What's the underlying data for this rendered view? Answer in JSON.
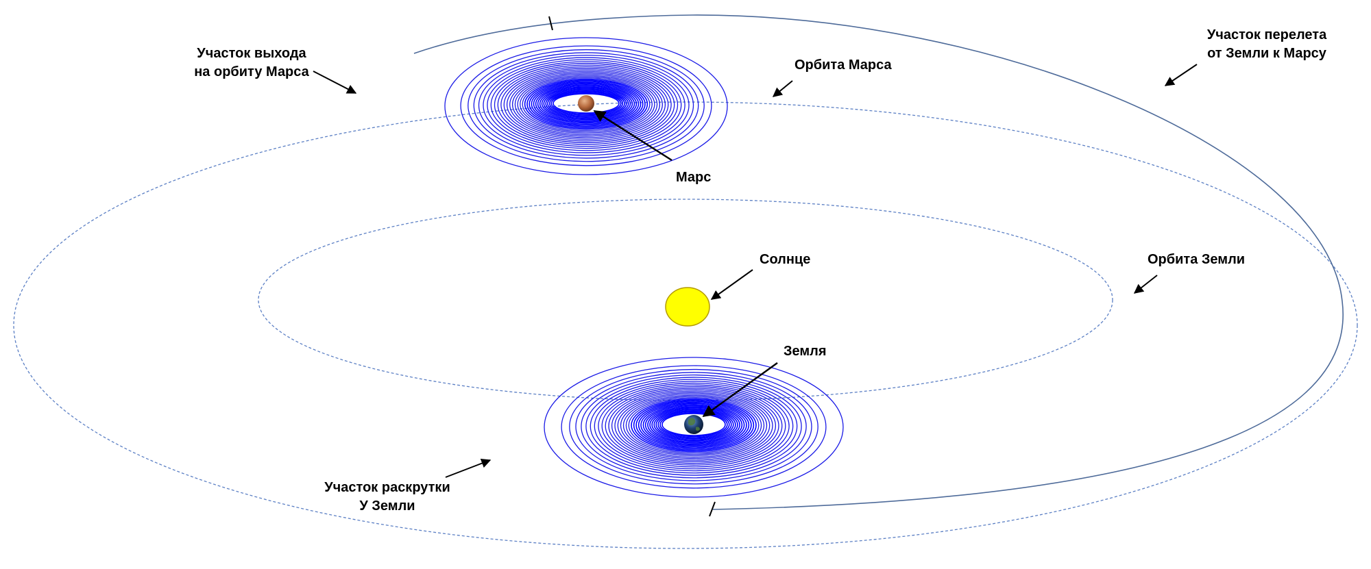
{
  "labels": {
    "mars_exit": [
      "Участок выхода",
      "на орбиту Марса"
    ],
    "mars_orbit": "Орбита Марса",
    "transfer": [
      "Участок перелета",
      "от Земли к Марсу"
    ],
    "mars": "Марс",
    "sun": "Солнце",
    "earth_orbit": "Орбита Земли",
    "earth": "Земля",
    "earth_spiral": [
      "Участок раскрутки",
      "У Земли"
    ]
  },
  "colors": {
    "background": "#ffffff",
    "orbit_dashed": "#5b7fc4",
    "spiral": "#1a1ae6",
    "spiral_dense": "#0000ff",
    "transfer_path": "#4d6a99",
    "sun_fill": "#ffff00",
    "sun_stroke": "#b39a00",
    "mars_fill": "#b5683c",
    "earth_fill": "#1f3f6e",
    "arrow": "#000000",
    "text": "#000000"
  },
  "icons": {
    "sun": "sun-icon",
    "mars": "mars-planet-icon",
    "earth": "earth-planet-icon"
  }
}
